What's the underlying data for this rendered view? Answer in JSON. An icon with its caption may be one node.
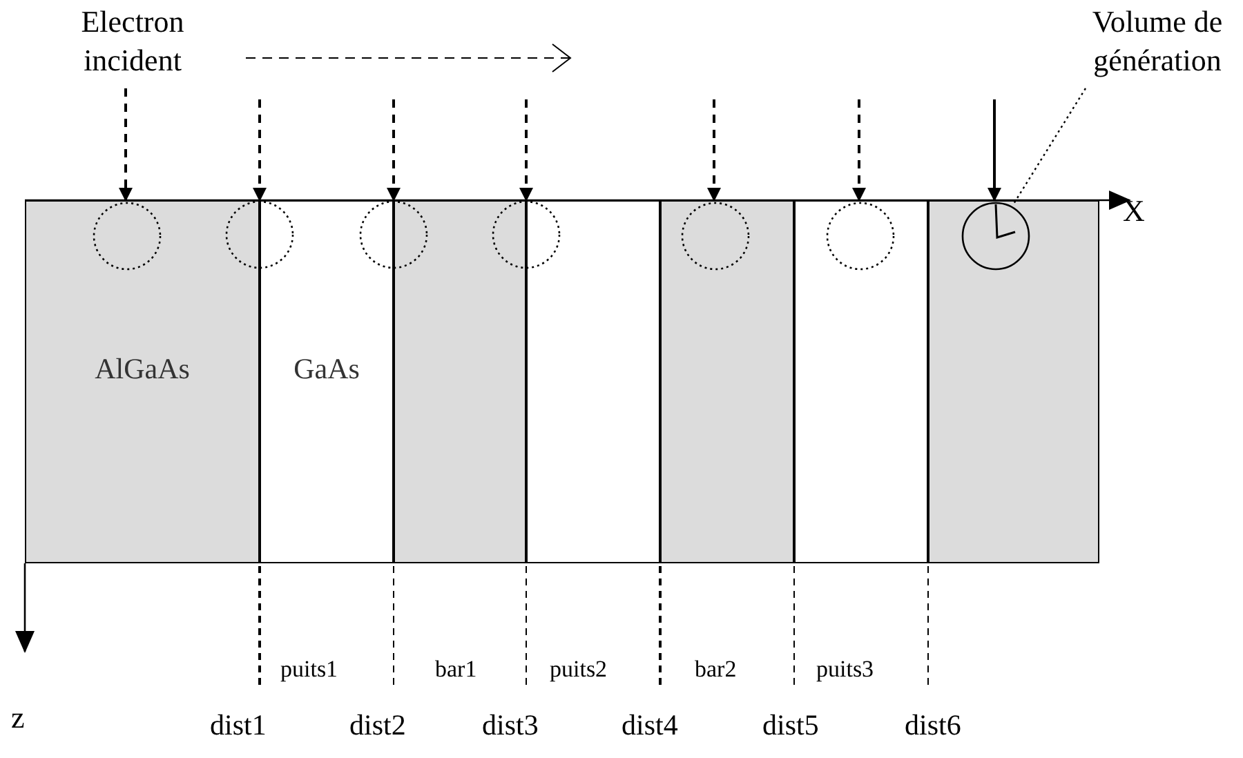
{
  "diagram": {
    "nodes": [
      {
        "text": [
          "Electron incident"
        ]
      },
      {
        "text": [
          "Volume de génération"
        ]
      },
      {
        "text": [
          "AlGaAs"
        ]
      },
      {
        "text": [
          "GaAs"
        ]
      },
      {
        "text": [],
        "shape": "box"
      },
      {
        "text": [],
        "shape": "box"
      },
      {
        "text": [],
        "shape": "box"
      },
      {
        "text": [],
        "shape": "box"
      },
      {
        "text": [],
        "shape": "box"
      },
      {
        "text": [],
        "shape": "circle",
        "in": 2
      },
      {
        "text": [],
        "shape": "circle"
      },
      {
        "text": [],
        "shape": "circle"
      },
      {
        "text": [],
        "shape": "circle"
      },
      {
        "text": [],
        "shape": "circle",
        "in": 6
      },
      {
        "text": [],
        "shape": "circle",
        "in": 7
      },
      {
        "text": [],
        "shape": "circle",
        "in": 8
      }
    ],
    "edges": [
      {
        "from": 0,
        "to": 9,
        "arrow": "to",
        "style": "dashed"
      },
      {
        "from": null,
        "to": 10,
        "arrow": "to",
        "style": "dashed"
      },
      {
        "from": null,
        "to": 11,
        "arrow": "to",
        "style": "dashed"
      },
      {
        "from": null,
        "to": 12,
        "arrow": "to",
        "style": "dashed"
      },
      {
        "from": null,
        "to": 13,
        "arrow": "to",
        "style": "dashed"
      },
      {
        "from": null,
        "to": 14,
        "arrow": "to",
        "style": "dashed"
      },
      {
        "from": null,
        "to": 15,
        "arrow": "to"
      },
      {
        "from": 1,
        "to": 15,
        "arrow": "none",
        "style": "dashed"
      }
    ],
    "labels": [
      "X",
      "puits1",
      "bar1",
      "puits2",
      "bar2",
      "puits3",
      "z",
      "dist1",
      "dist2",
      "dist3",
      "dist4",
      "dist5",
      "dist6"
    ]
  }
}
